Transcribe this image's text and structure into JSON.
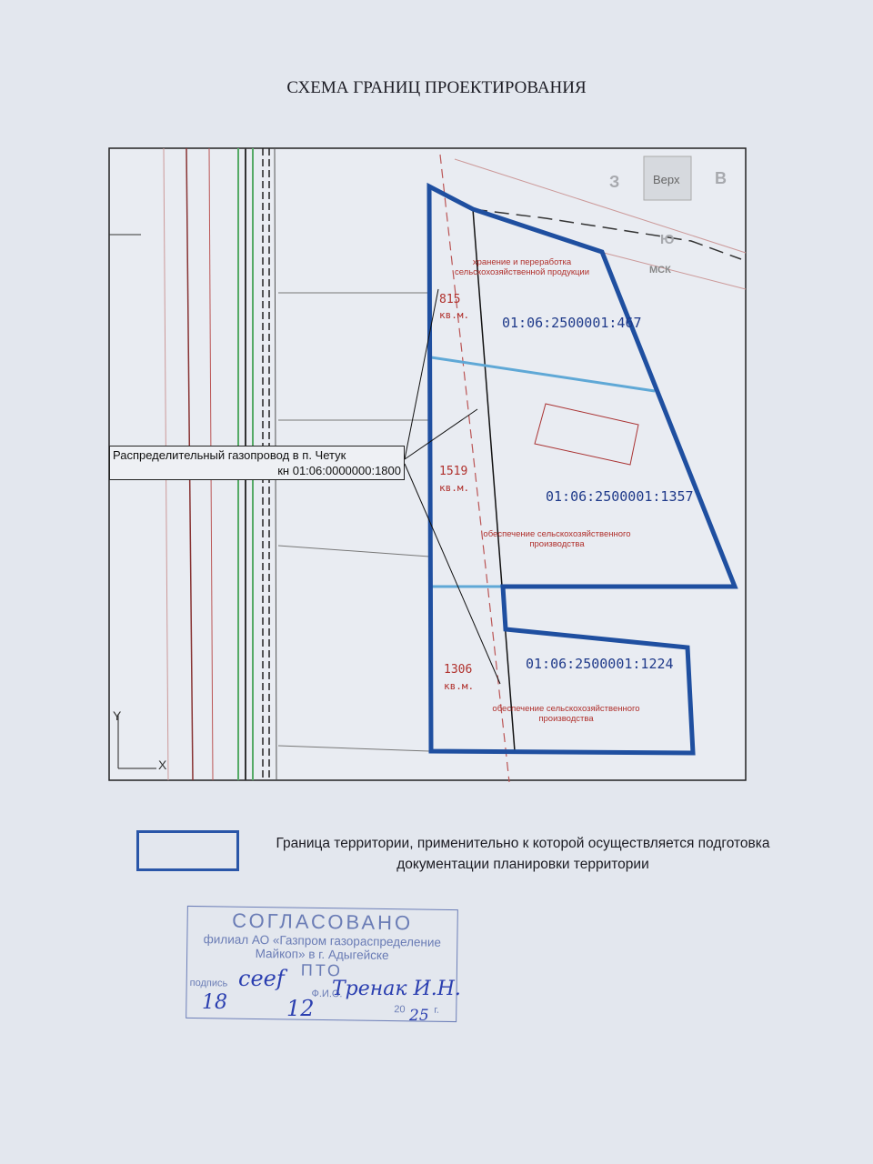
{
  "title": "СХЕМА ГРАНИЦ ПРОЕКТИРОВАНИЯ",
  "compass": {
    "west": "З",
    "top_button": "Верх",
    "east": "В",
    "south": "Ю",
    "crs": "МСК"
  },
  "parcels": [
    {
      "area": "815",
      "unit": "кв.м.",
      "cadastral_number": "01:06:2500001:467",
      "use": "хранение и переработка сельскохозяйственной продукции"
    },
    {
      "area": "1519",
      "unit": "кв.м.",
      "cadastral_number": "01:06:2500001:1357",
      "use": "обеспечение сельскохозяйственного производства"
    },
    {
      "area": "1306",
      "unit": "кв.м.",
      "cadastral_number": "01:06:2500001:1224",
      "use": "обеспечение сельскохозяйственного производства"
    }
  ],
  "callout": {
    "line1": "Распределительный газопровод в п. Четук",
    "line2": "кн 01:06:0000000:1800"
  },
  "axes": {
    "y": "Y",
    "x": "X"
  },
  "legend": {
    "text": "Граница территории, применительно к которой осуществляется подготовка документации планировки территории"
  },
  "stamp": {
    "title": "СОГЛАСОВАНО",
    "org_line1": "филиал АО «Газпром газораспределение",
    "org_line2": "Майкоп» в г. Адыгейске",
    "dept": "ПТО",
    "signature_label": "подпись",
    "name_label": "Ф.И.О.",
    "name": "Тренак И.Н.",
    "day": "18",
    "month": "12",
    "year_prefix": "20",
    "year_suffix": "25",
    "year_end": "г."
  },
  "colors": {
    "boundary": "#1f4fa0",
    "light_line": "#5fa8d6",
    "red_text": "#b0302c"
  }
}
